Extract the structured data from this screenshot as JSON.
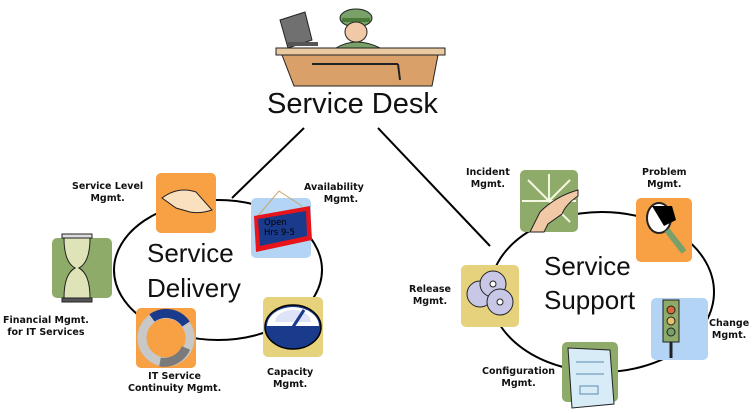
{
  "title": "Service Desk",
  "groups": {
    "delivery": {
      "title_line1": "Service",
      "title_line2": "Delivery",
      "processes": {
        "service_level": {
          "line1": "Service Level",
          "line2": "Mgmt."
        },
        "availability": {
          "line1": "Availability",
          "line2": "Mgmt.",
          "sign_line1": "Open",
          "sign_line2": "Hrs 9-5"
        },
        "capacity": {
          "line1": "Capacity",
          "line2": "Mgmt."
        },
        "continuity": {
          "line1": "IT Service",
          "line2": "Continuity Mgmt."
        },
        "financial": {
          "line1": "Financial Mgmt.",
          "line2": "for IT Services"
        }
      }
    },
    "support": {
      "title_line1": "Service",
      "title_line2": "Support",
      "processes": {
        "incident": {
          "line1": "Incident",
          "line2": "Mgmt."
        },
        "problem": {
          "line1": "Problem",
          "line2": "Mgmt."
        },
        "change": {
          "line1": "Change",
          "line2": "Mgmt."
        },
        "configuration": {
          "line1": "Configuration",
          "line2": "Mgmt."
        },
        "release": {
          "line1": "Release",
          "line2": "Mgmt."
        }
      }
    }
  },
  "colors": {
    "orange": "#f7a044",
    "green": "#8fab6a",
    "lightblue": "#b3d4f5",
    "khaki": "#e6d27d",
    "navy": "#1a3a8c",
    "red": "#e8141c"
  }
}
